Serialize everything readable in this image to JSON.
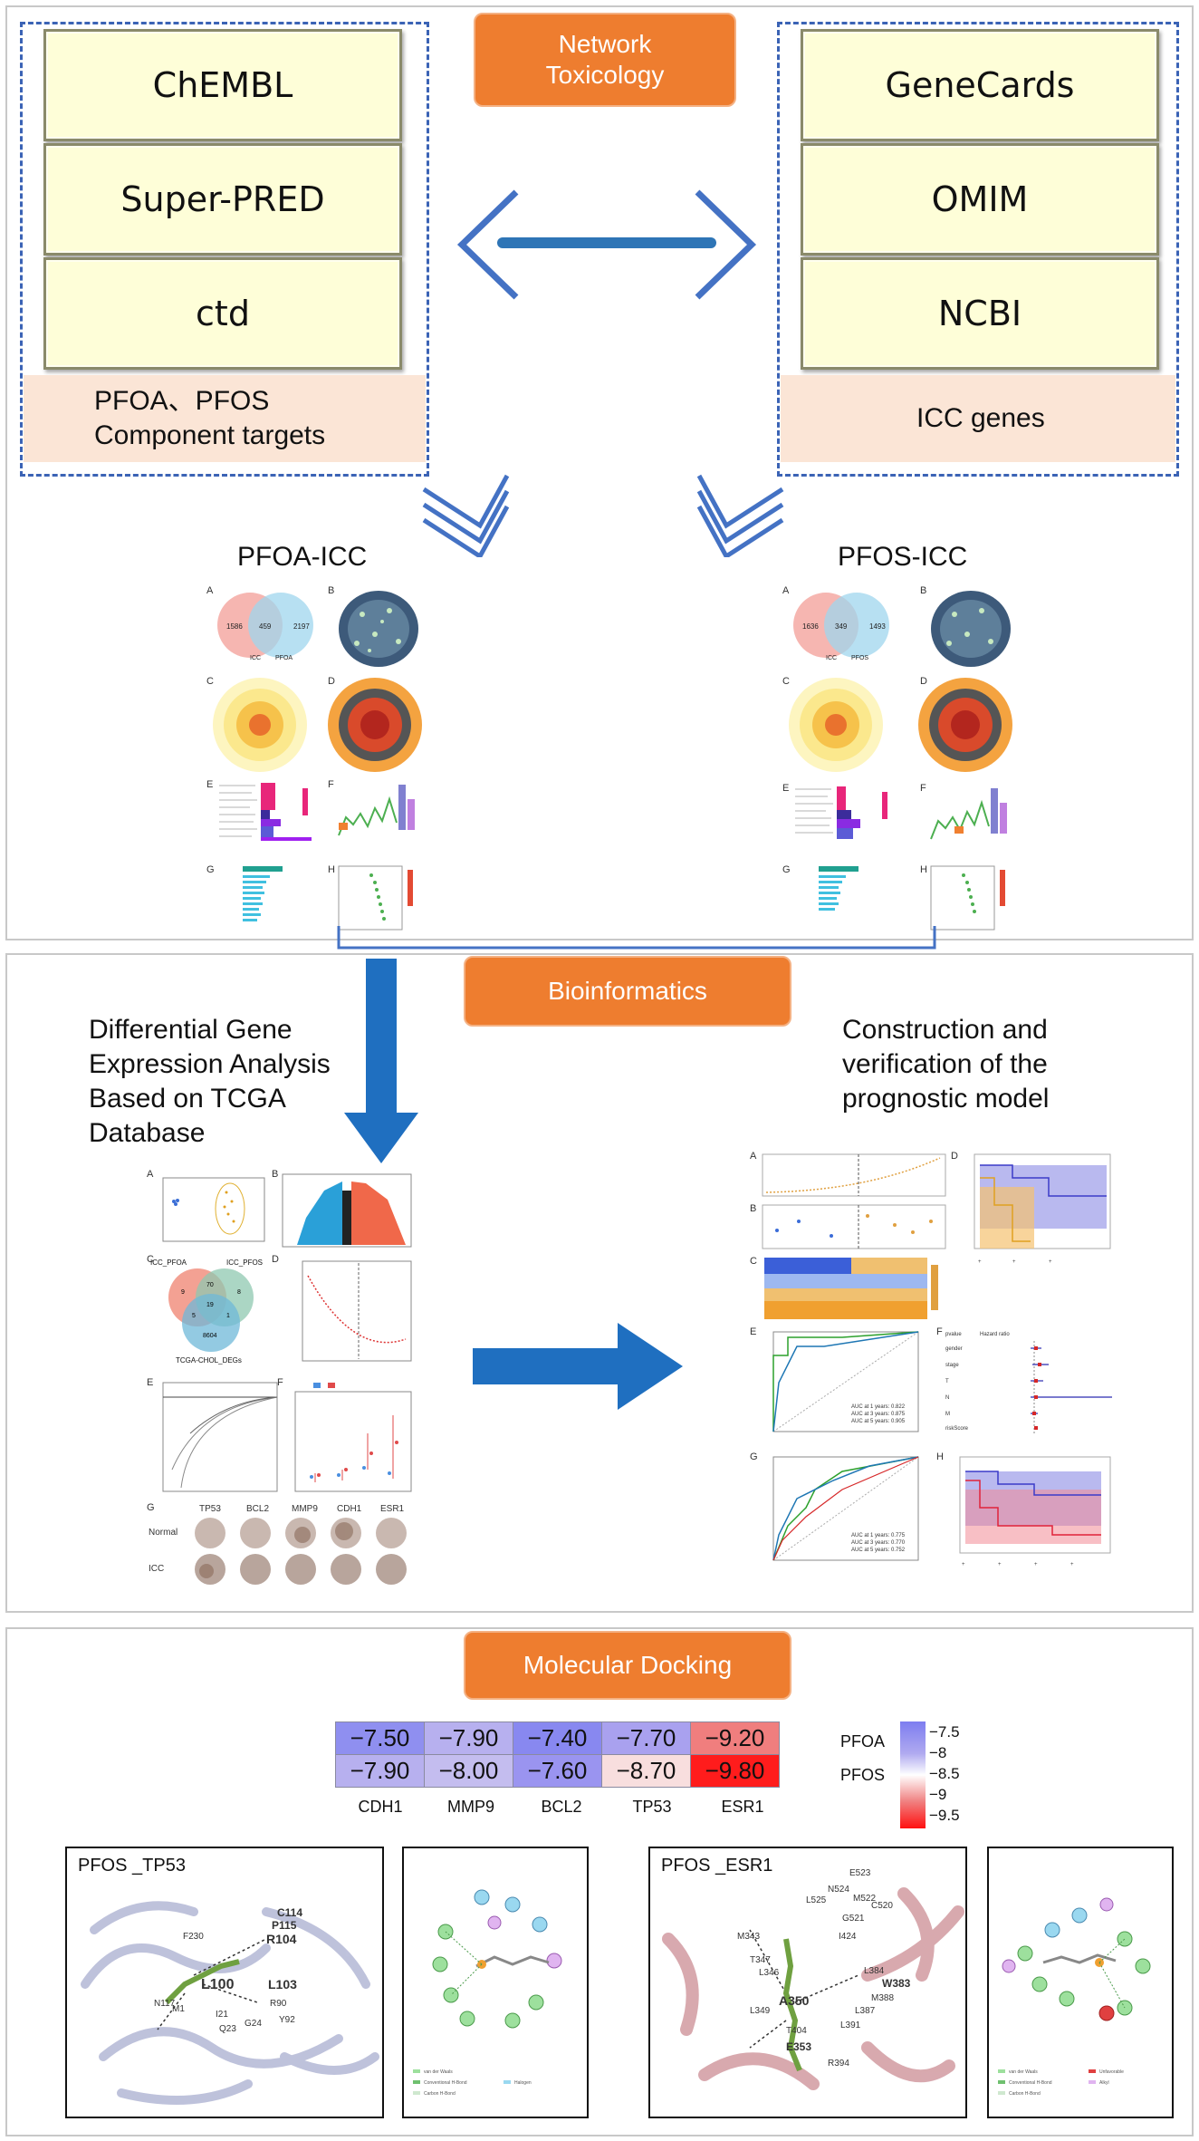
{
  "section1": {
    "title_line1": "Network",
    "title_line2": "Toxicology",
    "left_dbs": [
      "ChEMBL",
      "Super-PRED",
      "ctd"
    ],
    "left_label_line1": "PFOA、PFOS",
    "left_label_line2": "Component targets",
    "right_dbs": [
      "GeneCards",
      "OMIM",
      "NCBI"
    ],
    "right_label": "ICC genes",
    "left_result": "PFOA-ICC",
    "right_result": "PFOS-ICC",
    "pfoa_venn": {
      "left": "1586",
      "mid": "459",
      "right": "2197",
      "left_label": "ICC",
      "right_label": "PFOA"
    },
    "pfos_venn": {
      "left": "1636",
      "mid": "349",
      "right": "1493",
      "left_label": "ICC",
      "right_label": "PFOS"
    },
    "panel_letters": [
      "A",
      "B",
      "C",
      "D",
      "E",
      "F",
      "G",
      "H"
    ]
  },
  "section2": {
    "title": "Bioinformatics",
    "left_text": [
      "Differential Gene",
      "Expression Analysis",
      "Based on TCGA",
      "Database"
    ],
    "right_text": [
      "Construction and",
      "verification of the",
      "prognostic model"
    ],
    "venn_labels": {
      "a": "ICC_PFOA",
      "b": "ICC_PFOS",
      "c": "TCGA-CHOL_DEGs",
      "n1": "70",
      "n2": "19",
      "n3": "9",
      "n4": "5",
      "n5": "8",
      "n6": "1",
      "n7": "8604"
    },
    "ihc_genes": [
      "TP53",
      "BCL2",
      "MMP9",
      "CDH1",
      "ESR1"
    ],
    "ihc_rows": [
      "Normal",
      "ICC"
    ],
    "letters_left": [
      "A",
      "B",
      "C",
      "D",
      "E",
      "F",
      "G"
    ],
    "letters_right": [
      "A",
      "B",
      "C",
      "D",
      "E",
      "F",
      "G",
      "H"
    ]
  },
  "section3": {
    "title": "Molecular Docking",
    "heatmap": {
      "rows": [
        "PFOA",
        "PFOS"
      ],
      "cols": [
        "CDH1",
        "MMP9",
        "BCL2",
        "TP53",
        "ESR1"
      ],
      "values": [
        [
          "−7.50",
          "−7.90",
          "−7.40",
          "−7.70",
          "−9.20"
        ],
        [
          "−7.90",
          "−8.00",
          "−7.60",
          "−8.70",
          "−9.80"
        ]
      ],
      "colors": [
        [
          "#8f8ff0",
          "#b7b0ef",
          "#8888f0",
          "#a9a1ef",
          "#f07e7e"
        ],
        [
          "#b7b0ef",
          "#c4bdef",
          "#9a94f0",
          "#f8dede",
          "#ff1c1c"
        ]
      ],
      "legend_ticks": [
        "−7.5",
        "−8",
        "−8.5",
        "−9",
        "−9.5"
      ]
    },
    "dock1_label": "PFOS _TP53",
    "dock2_label": "PFOS _ESR1",
    "tp53_residues": [
      "C114",
      "P115",
      "R104",
      "F230",
      "L100",
      "L103",
      "N117",
      "R90",
      "Y92",
      "I21",
      "Q23",
      "G24",
      "M1"
    ],
    "esr1_residues": [
      "E523",
      "N524",
      "M522",
      "L525",
      "C520",
      "G521",
      "M343",
      "I424",
      "T347",
      "L346",
      "L384",
      "W383",
      "M388",
      "A350",
      "L387",
      "L349",
      "L391",
      "T404",
      "E353",
      "R394"
    ]
  }
}
